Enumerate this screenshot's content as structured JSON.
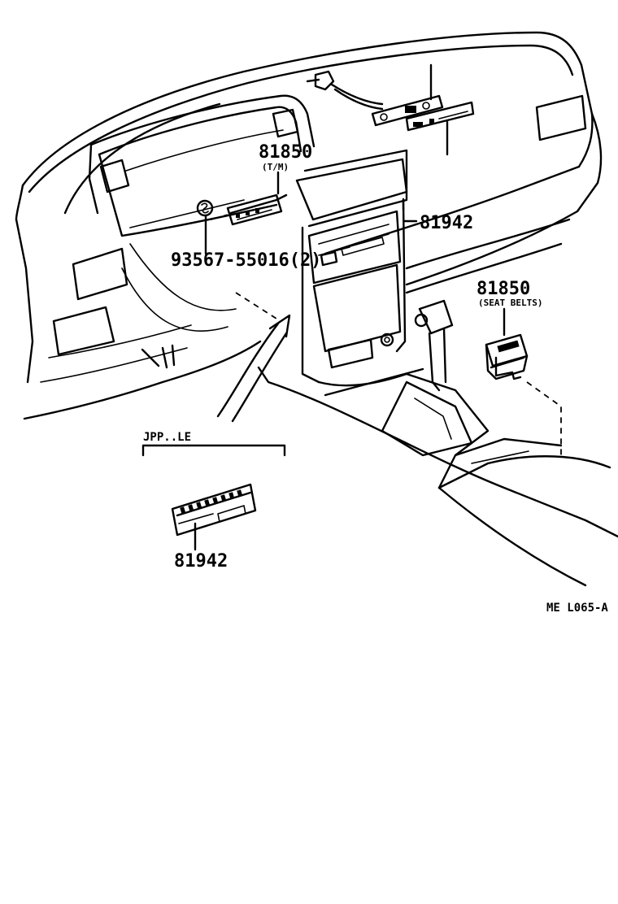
{
  "labels": {
    "part_81850_tm": "81850",
    "part_81850_tm_note": "(T/M)",
    "part_81942_main": "81942",
    "bolt": "93567-55016(2)",
    "part_81850_seat": "81850",
    "part_81850_seat_note": "(SEAT BELTS)",
    "region_label": "JPP..LE",
    "part_81942_inset": "81942",
    "drawing_code": "ME L065-A"
  },
  "colors": {
    "ink": "#000000",
    "paper": "#ffffff"
  }
}
